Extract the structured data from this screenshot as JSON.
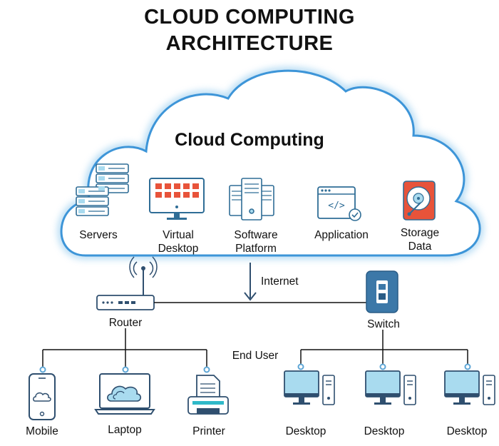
{
  "title_line1": "CLOUD COMPUTING",
  "title_line2": "ARCHITECTURE",
  "cloud": {
    "title": "Cloud Computing",
    "services": [
      {
        "icon": "servers-icon",
        "line1": "Servers",
        "line2": ""
      },
      {
        "icon": "virtual-desktop-icon",
        "line1": "Virtual",
        "line2": "Desktop"
      },
      {
        "icon": "software-platform-icon",
        "line1": "Software",
        "line2": "Platform"
      },
      {
        "icon": "application-icon",
        "line1": "Application",
        "line2": ""
      },
      {
        "icon": "storage-data-icon",
        "line1": "Storage",
        "line2": "Data"
      }
    ]
  },
  "network": {
    "internet": "Internet",
    "router": "Router",
    "switch": "Switch",
    "end_user": "End User"
  },
  "devices": {
    "mobile": "Mobile",
    "laptop": "Laptop",
    "printer": "Printer",
    "desktops": [
      "Desktop",
      "Desktop",
      "Desktop"
    ]
  },
  "colors": {
    "cloud_stroke": "#3d95d8",
    "icon_blue": "#2f6d96",
    "accent_orange": "#e8533a",
    "screen_blue": "#a9dbef",
    "switch_blue": "#3c78a8"
  }
}
